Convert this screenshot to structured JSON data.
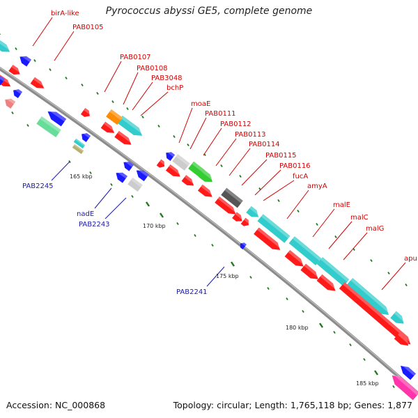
{
  "title": "Pyrococcus abyssi GE5, complete genome",
  "footer": {
    "accession": "Accession: NC_000868",
    "topology": "Topology: circular; Length: 1,765,118 bp; Genes: 1,877"
  },
  "tick_labels": [
    "165 kbp",
    "170 kbp",
    "175 kbp",
    "180 kbp",
    "185 kbp"
  ],
  "colors": {
    "backbone": "#8c8c8c",
    "label_forward": "#d40000",
    "label_reverse": "#1a1aaa",
    "tick": "#1f7a1f",
    "cds_red": "#ff1a1a",
    "cds_blue": "#1a1aff",
    "cds_cyan": "#33cccc",
    "cds_green": "#33cc33",
    "cds_orange": "#ff8c00",
    "cds_grey": "#cccccc",
    "cds_darkgrey": "#555555",
    "cds_magenta": "#ff33aa",
    "cds_pink": "#f08080",
    "cds_mint": "#66dd99",
    "cds_olive": "#b8b070"
  },
  "gene_labels_forward": [
    "birA-like",
    "PAB0105",
    "PAB0107",
    "PAB0108",
    "PAB3048",
    "bchP",
    "moaE",
    "PAB0111",
    "PAB0112",
    "PAB0113",
    "PAB0114",
    "PAB0115",
    "PAB0116",
    "fucA",
    "amyA",
    "malE",
    "malC",
    "malG",
    "apu"
  ],
  "gene_labels_reverse": [
    "PAB2245",
    "nadE",
    "PAB2243",
    "PAB2241"
  ]
}
